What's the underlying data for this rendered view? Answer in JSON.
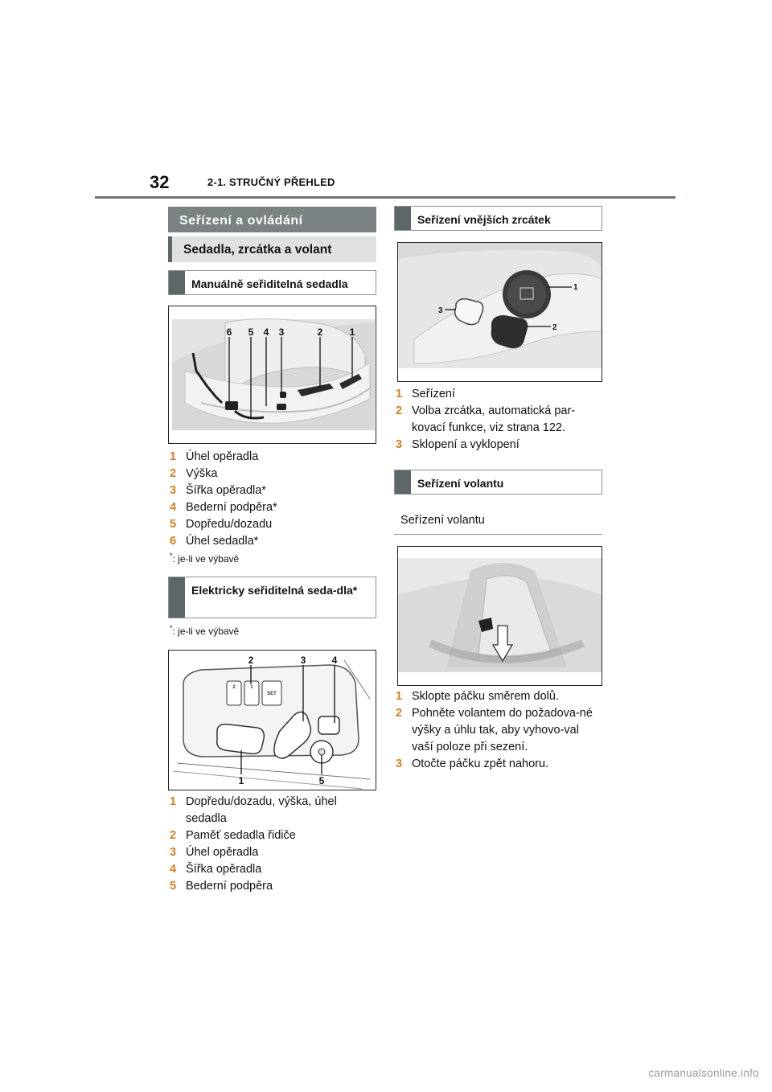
{
  "header": {
    "page_number": "32",
    "chapter": "2-1. STRUČNÝ PŘEHLED"
  },
  "left": {
    "main_heading": "Seřízení a ovládání",
    "sub_heading": "Sedadla, zrcátka a volant",
    "manual_heading": "Manuálně seřiditelná sedadla",
    "manual_figure_labels": [
      "6",
      "5",
      "4",
      "3",
      "2",
      "1"
    ],
    "manual_items": [
      {
        "num": "1",
        "text": "Úhel opěradla"
      },
      {
        "num": "2",
        "text": "Výška"
      },
      {
        "num": "3",
        "text": "Šířka opěradla*"
      },
      {
        "num": "4",
        "text": "Bederní podpěra*"
      },
      {
        "num": "5",
        "text": "Dopředu/dozadu"
      },
      {
        "num": "6",
        "text": "Úhel sedadla*"
      }
    ],
    "footnote_marker": "*",
    "footnote_text": ": je-li ve výbavě",
    "electric_heading": "Elektricky seřiditelná seda-dla*",
    "electric_figure_labels": [
      "2",
      "3",
      "4",
      "1",
      "5"
    ],
    "electric_button_labels": [
      "2",
      "1",
      "SET"
    ],
    "electric_items": [
      {
        "num": "1",
        "text": "Dopředu/dozadu, výška, úhel sedadla"
      },
      {
        "num": "2",
        "text": "Paměť sedadla řidiče"
      },
      {
        "num": "3",
        "text": "Úhel opěradla"
      },
      {
        "num": "4",
        "text": "Šířka opěradla"
      },
      {
        "num": "5",
        "text": "Bederní podpěra"
      }
    ]
  },
  "right": {
    "mirror_heading": "Seřízení vnějších zrcátek",
    "mirror_figure_labels": [
      "1",
      "3",
      "2"
    ],
    "mirror_items": [
      {
        "num": "1",
        "text": "Seřízení"
      },
      {
        "num": "2",
        "text": "Volba zrcátka, automatická par-kovací funkce, viz strana 122."
      },
      {
        "num": "3",
        "text": "Sklopení a vyklopení"
      }
    ],
    "wheel_heading": "Seřízení volantu",
    "wheel_plain": "Seřízení volantu",
    "wheel_items": [
      {
        "num": "1",
        "text": "Sklopte páčku směrem dolů."
      },
      {
        "num": "2",
        "text": "Pohněte volantem do požadova-né výšky a úhlu tak, aby vyhovo-val vaší poloze při sezení."
      },
      {
        "num": "3",
        "text": "Otočte páčku zpět nahoru."
      }
    ]
  },
  "watermark": "carmanualsonline.info",
  "colors": {
    "accent": "#d97c1c",
    "heading_bar": "#5d6668",
    "main_heading_bg": "#7a8284"
  }
}
